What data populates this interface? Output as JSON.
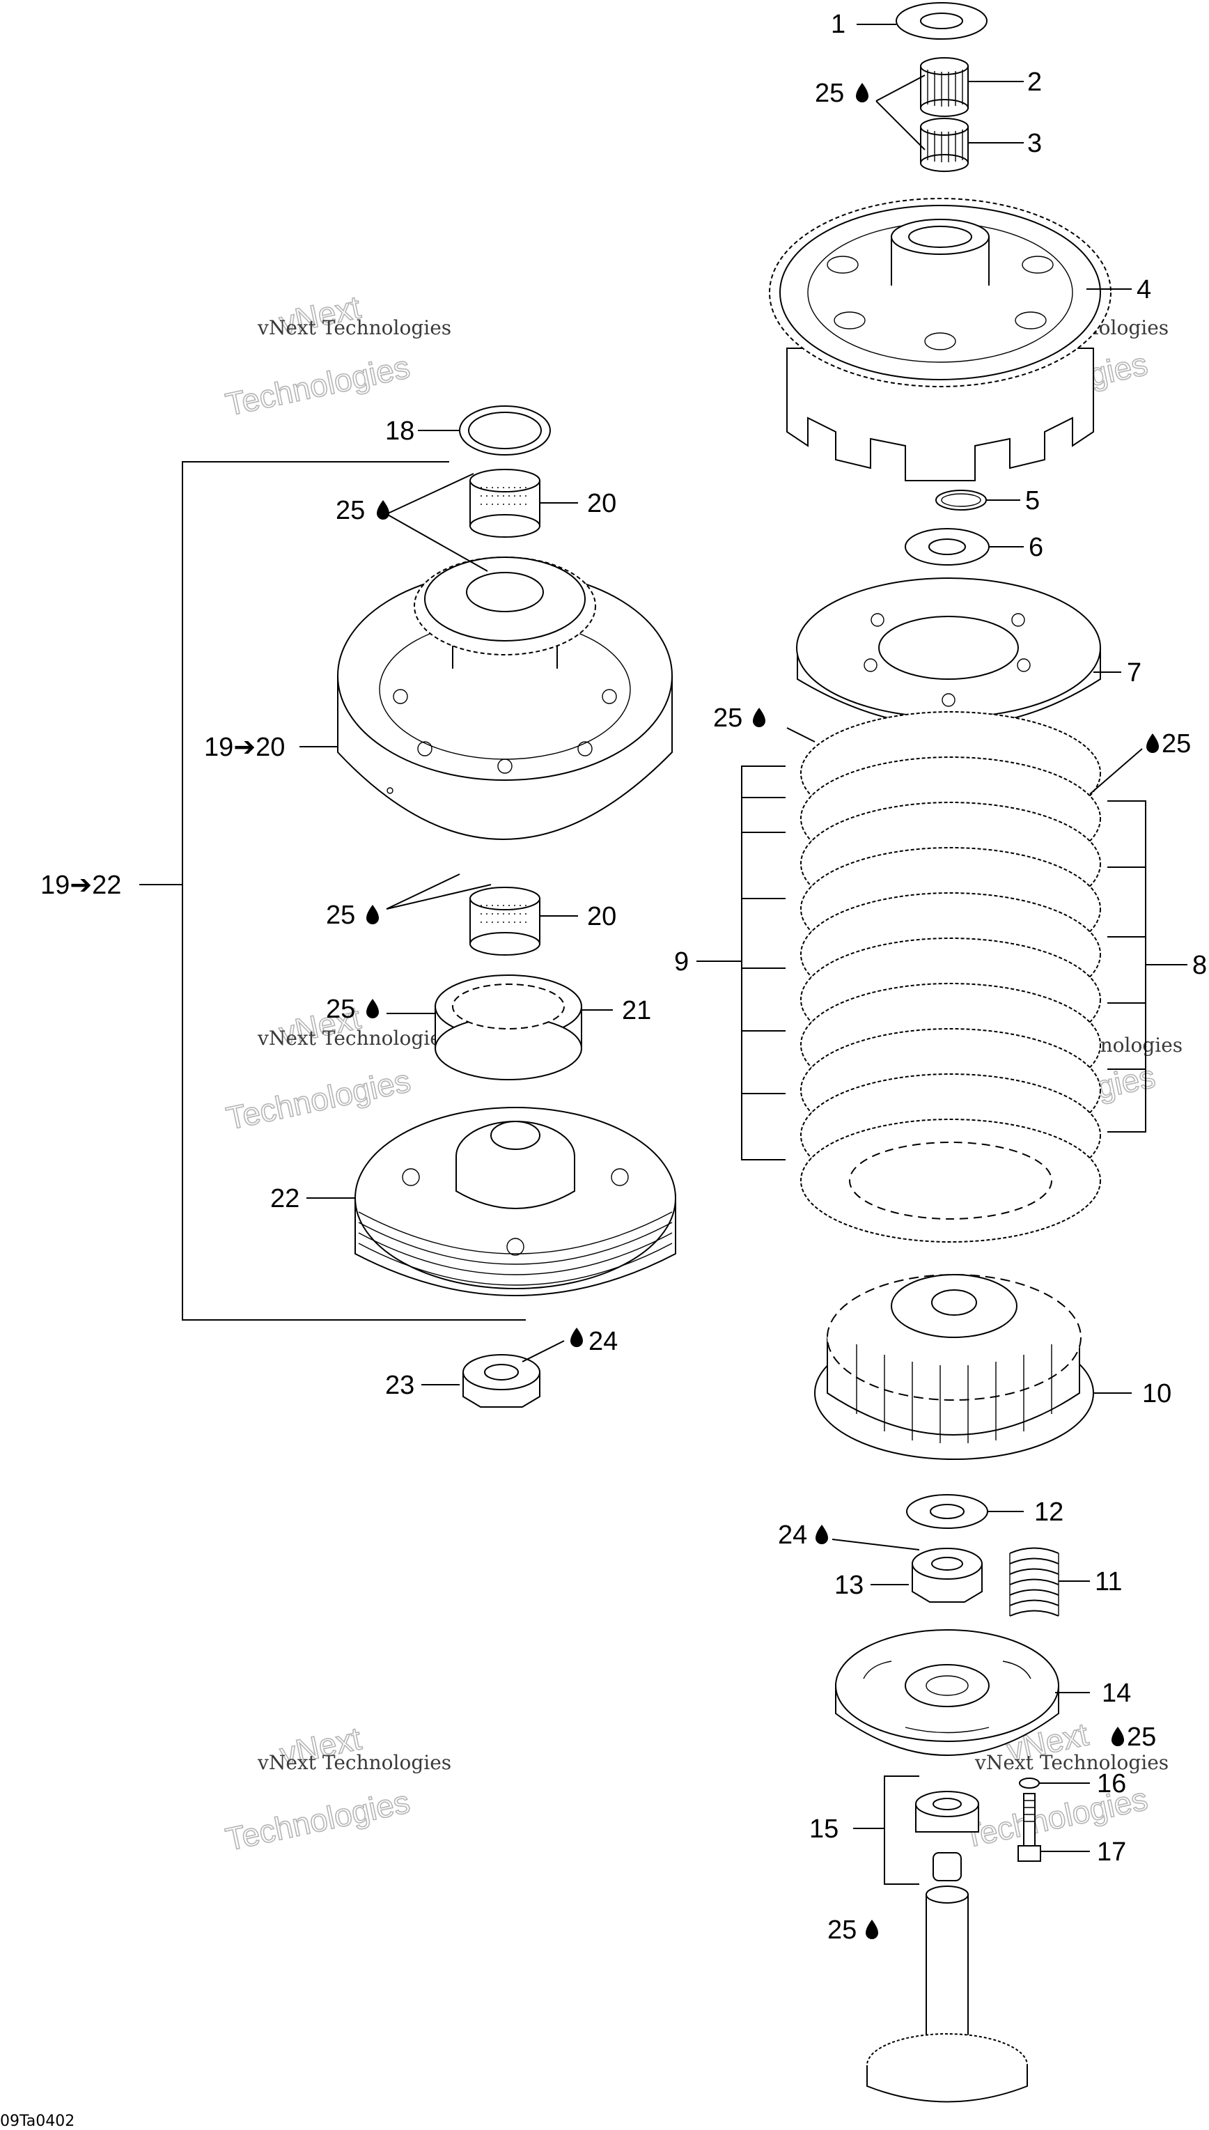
{
  "diagram": {
    "reference_code": "09Ta0402",
    "watermark": {
      "brand": "vNext",
      "line1": "vNext Technologies",
      "line2": "Technologies"
    },
    "callouts": [
      "1",
      "2",
      "3",
      "4",
      "5",
      "6",
      "7",
      "8",
      "9",
      "10",
      "11",
      "12",
      "13",
      "14",
      "15",
      "16",
      "17",
      "18",
      "20",
      "21",
      "22",
      "23",
      "24",
      "25",
      "19➔20",
      "19➔22"
    ],
    "lube_symbol": "droplet-icon"
  }
}
